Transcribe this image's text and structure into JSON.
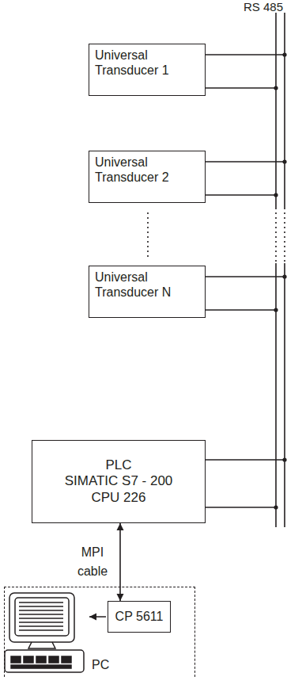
{
  "diagram": {
    "nodes": [
      {
        "text": [
          "Universal Transducer 1"
        ]
      },
      {
        "text": [
          "Universal Transducer 2"
        ]
      },
      {
        "text": [
          "Universal Transducer N"
        ]
      },
      {
        "text": [
          "PLC",
          "SIMATIC S7 - 200",
          "CPU 226"
        ]
      },
      {
        "text": [
          "PC"
        ]
      },
      {
        "text": [
          "CP 5611"
        ],
        "in": 4
      }
    ],
    "edges": [
      {
        "from": 3,
        "to": 5,
        "label": "MPI cable",
        "arrow": "both"
      }
    ],
    "labels": [
      "RS 485"
    ]
  }
}
